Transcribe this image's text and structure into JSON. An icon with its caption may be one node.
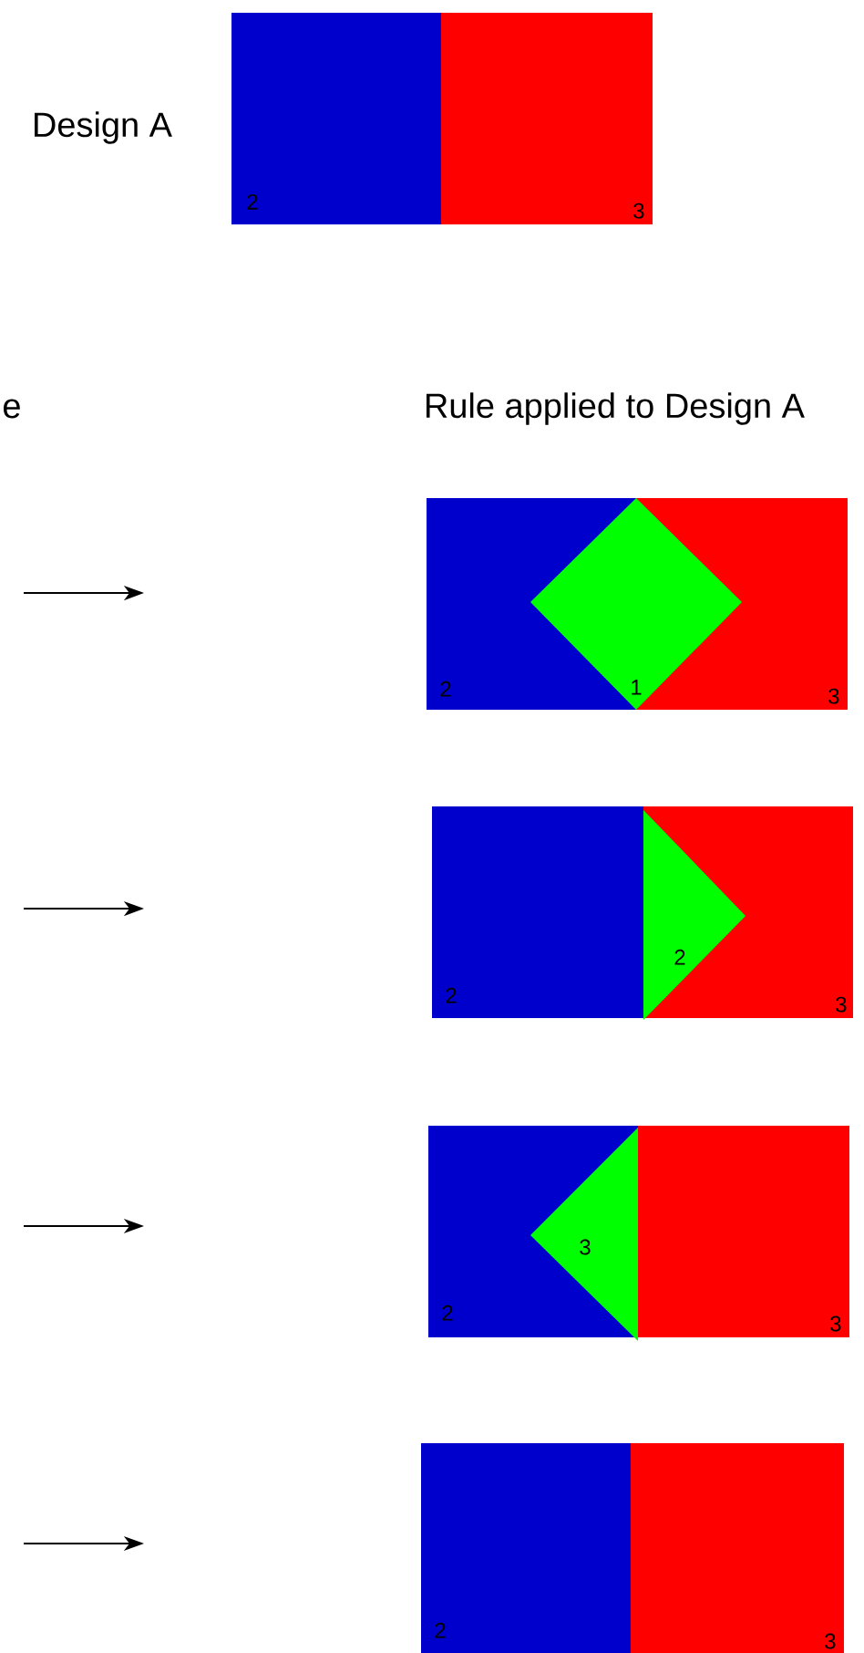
{
  "diagram": {
    "nodes": [
      {
        "text": [
          "2"
        ]
      },
      {
        "text": [
          "3"
        ]
      },
      {
        "text": [
          "2"
        ]
      },
      {
        "text": [
          "3"
        ]
      },
      {
        "text": [
          "1"
        ]
      },
      {
        "text": [
          "2"
        ]
      },
      {
        "text": [
          "3"
        ]
      },
      {
        "text": [
          "2"
        ],
        "in": 6
      },
      {
        "text": [
          "2"
        ]
      },
      {
        "text": [
          "3"
        ]
      },
      {
        "text": [
          "3"
        ],
        "in": 8
      },
      {
        "text": [
          "2"
        ]
      },
      {
        "text": [
          "3"
        ]
      }
    ],
    "labels": [
      "Design A",
      "e",
      "Rule applied to Design A"
    ]
  }
}
